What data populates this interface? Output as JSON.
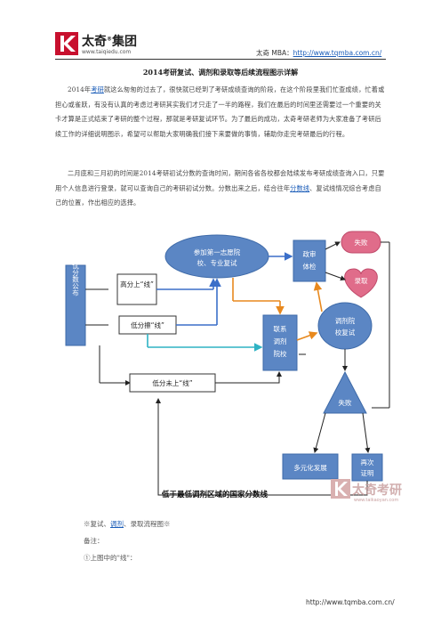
{
  "header": {
    "logo_name": "太奇",
    "logo_reg": "®",
    "logo_group": "集团",
    "logo_url": "www.taiqiedu.com",
    "right_label": "太奇 MBA：",
    "right_url": "http://www.tqmba.com.cn/"
  },
  "title": "2014考研复试、调剂和录取等后续流程图示详解",
  "para1": {
    "pre": "2014年",
    "link": "考研",
    "post": "就这么匆匆的过去了，很快就已经到了考研成绩查询的阶段，在这个阶段里我们忙查成绩，忙着或担心或雀跃，有没有认真的考虑过考研其实我们才只走了一半的路程，我们在最后的时间里还需要过一个重要的关卡才算是正式结束了考研的整个过程，那就是考研复试环节。为了最后的成功，太奇考研老师为大家准备了考研后续工作的详细说明图示，希望可以帮助大家明确我们接下来要做的事情，辅助你走完考研最后的行程。"
  },
  "para2": {
    "pre": "二月底和三月初的时间是2014考研初试分数的查询时间，期间各省各校都会陆续发布考研成绩查询入口，只要用个人信息进行登录，就可以查询自己的考研初试分数。分数出来之后，结合往年",
    "link": "分数线",
    "post": "、复试线情况综合考虑自己的位置，作出相应的选择。"
  },
  "diagram": {
    "initial_scores": "初试分数公布",
    "high_score": "高分上“线”",
    "low_score": "低分擦“线”",
    "not_on_line": "低分未上“线”",
    "retest_first": "参加第一志愿院校、专业复试",
    "contact_adjust": "联系调剂院校",
    "political": "政审体检",
    "adjust_retest": "调剂院校复试",
    "fail_top": "失败",
    "admit": "录取",
    "fail_mid": "失败",
    "multi": "多元化发展",
    "next_year": "再次证明",
    "caption": "低于最低调剂区域的国家分数线"
  },
  "watermark": {
    "text": "太奇考研",
    "url": "www.taikaoyan.com"
  },
  "notes": {
    "figure_pre": "※复试、",
    "figure_link": "调剂",
    "figure_post": "、录取流程图※",
    "remark": "备注：",
    "item1": "①上图中的\"线\"："
  },
  "footer_url": "http://www.tqmba.com.cn/",
  "colors": {
    "blue_fill": "#5b86c4",
    "blue_stroke": "#3e6aa8",
    "pink": "#e06c8a",
    "orange_arrow": "#e8891e",
    "cyan_arrow": "#2fb3c4",
    "blue_arrow": "#3b6fc9"
  }
}
